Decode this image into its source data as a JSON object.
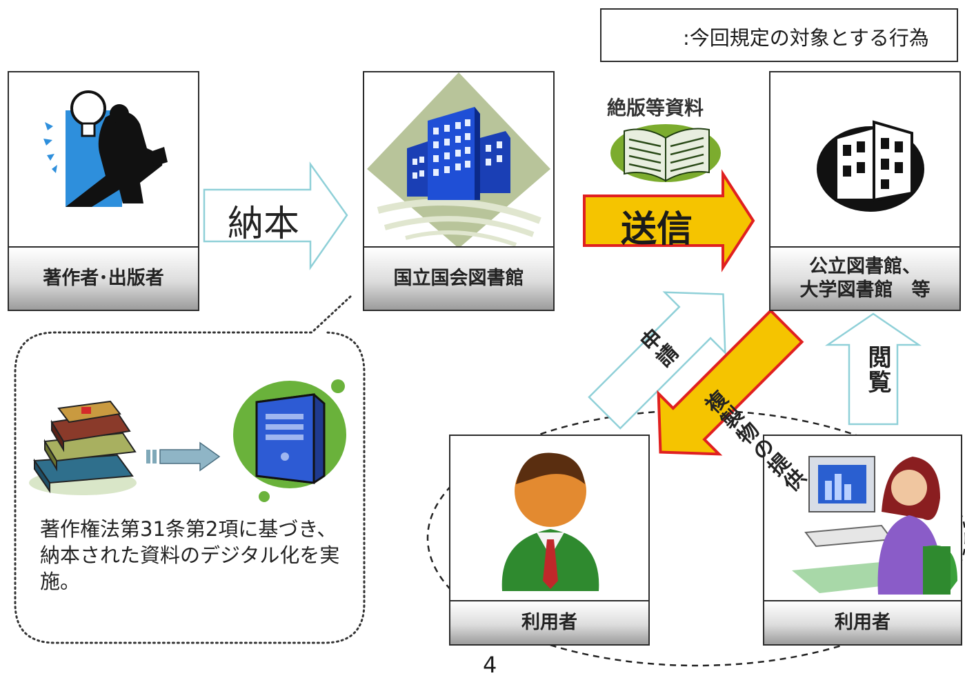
{
  "legend": {
    "label": ":今回規定の対象とする行為",
    "arrow_color": "#f5c400",
    "arrow_border": "#e02020"
  },
  "nodes": {
    "author": {
      "caption": "著作者･出版者",
      "icon": "inventor-icon"
    },
    "ndl": {
      "caption": "国立国会図書館",
      "icon": "buildings-icon"
    },
    "library": {
      "caption_line1": "公立図書館、",
      "caption_line2": "大学図書館　等",
      "icon": "building-icon"
    },
    "user_left": {
      "caption": "利用者",
      "icon": "man-avatar-icon"
    },
    "user_right": {
      "caption": "利用者",
      "icon": "woman-computer-icon"
    }
  },
  "arrows": {
    "deposit": "納本",
    "transmit": "送信",
    "out_of_print": "絶版等資料",
    "request": "申請",
    "provide_copy": "複製物の提供",
    "browse": "閲覧"
  },
  "digitization": {
    "note": "著作権法第31条第2項に基づき、納本された資料のデジタル化を実施。",
    "books_icon": "books-icon",
    "computer_icon": "computer-icon"
  },
  "page_number": "4",
  "colors": {
    "highlight_fill": "#f5c400",
    "highlight_border": "#e02020",
    "outline_arrow": "#8fd0d8"
  }
}
